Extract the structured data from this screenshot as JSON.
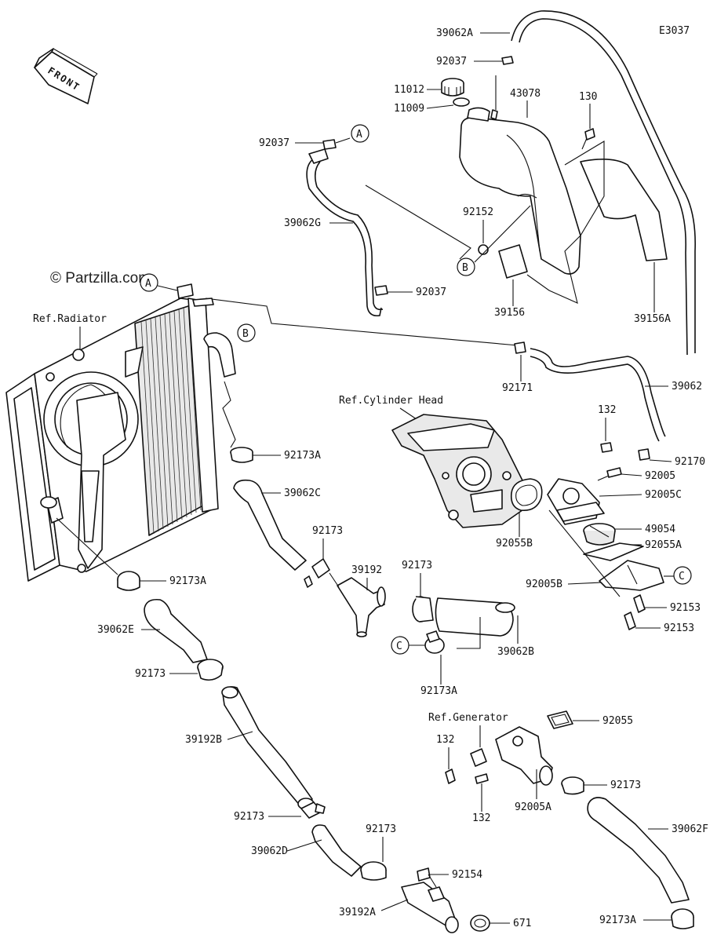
{
  "diagram_code": "E3037",
  "watermark": "© Partzilla.com",
  "front_label": "FRONT",
  "refs": {
    "radiator": "Ref.Radiator",
    "cylinder_head": "Ref.Cylinder Head",
    "generator": "Ref.Generator"
  },
  "markers": {
    "a": "A",
    "b": "B",
    "c": "C"
  },
  "callouts": {
    "c39062a": "39062A",
    "c92037_top": "92037",
    "c11012": "11012",
    "c11009": "11009",
    "c43078": "43078",
    "c130": "130",
    "c92037_left": "92037",
    "c92152": "92152",
    "c39062g": "39062G",
    "c92037_bottom": "92037",
    "c39156": "39156",
    "c39156a": "39156A",
    "c92171": "92171",
    "c39062": "39062",
    "c132_head": "132",
    "c92170": "92170",
    "c92005": "92005",
    "c92005c": "92005C",
    "c92055b": "92055B",
    "c49054": "49054",
    "c92055a": "92055A",
    "c92005b": "92005B",
    "c92153_a": "92153",
    "c92153_b": "92153",
    "c92173a_top": "92173A",
    "c39062c": "39062C",
    "c92173_mid": "92173",
    "c39192": "39192",
    "c92173_right": "92173",
    "c39062b": "39062B",
    "c92173a_mid": "92173A",
    "c92173a_left": "92173A",
    "c39062e": "39062E",
    "c92173_left": "92173",
    "c39192b": "39192B",
    "c92055": "92055",
    "c132_gen_a": "132",
    "c132_gen_b": "132",
    "c92005a": "92005A",
    "c92173_gen": "92173",
    "c92173_low": "92173",
    "c39062d": "39062D",
    "c92173_bottom": "92173",
    "c92154": "92154",
    "c39192a": "39192A",
    "c671": "671",
    "c39062f": "39062F",
    "c92173a_bottom": "92173A"
  }
}
